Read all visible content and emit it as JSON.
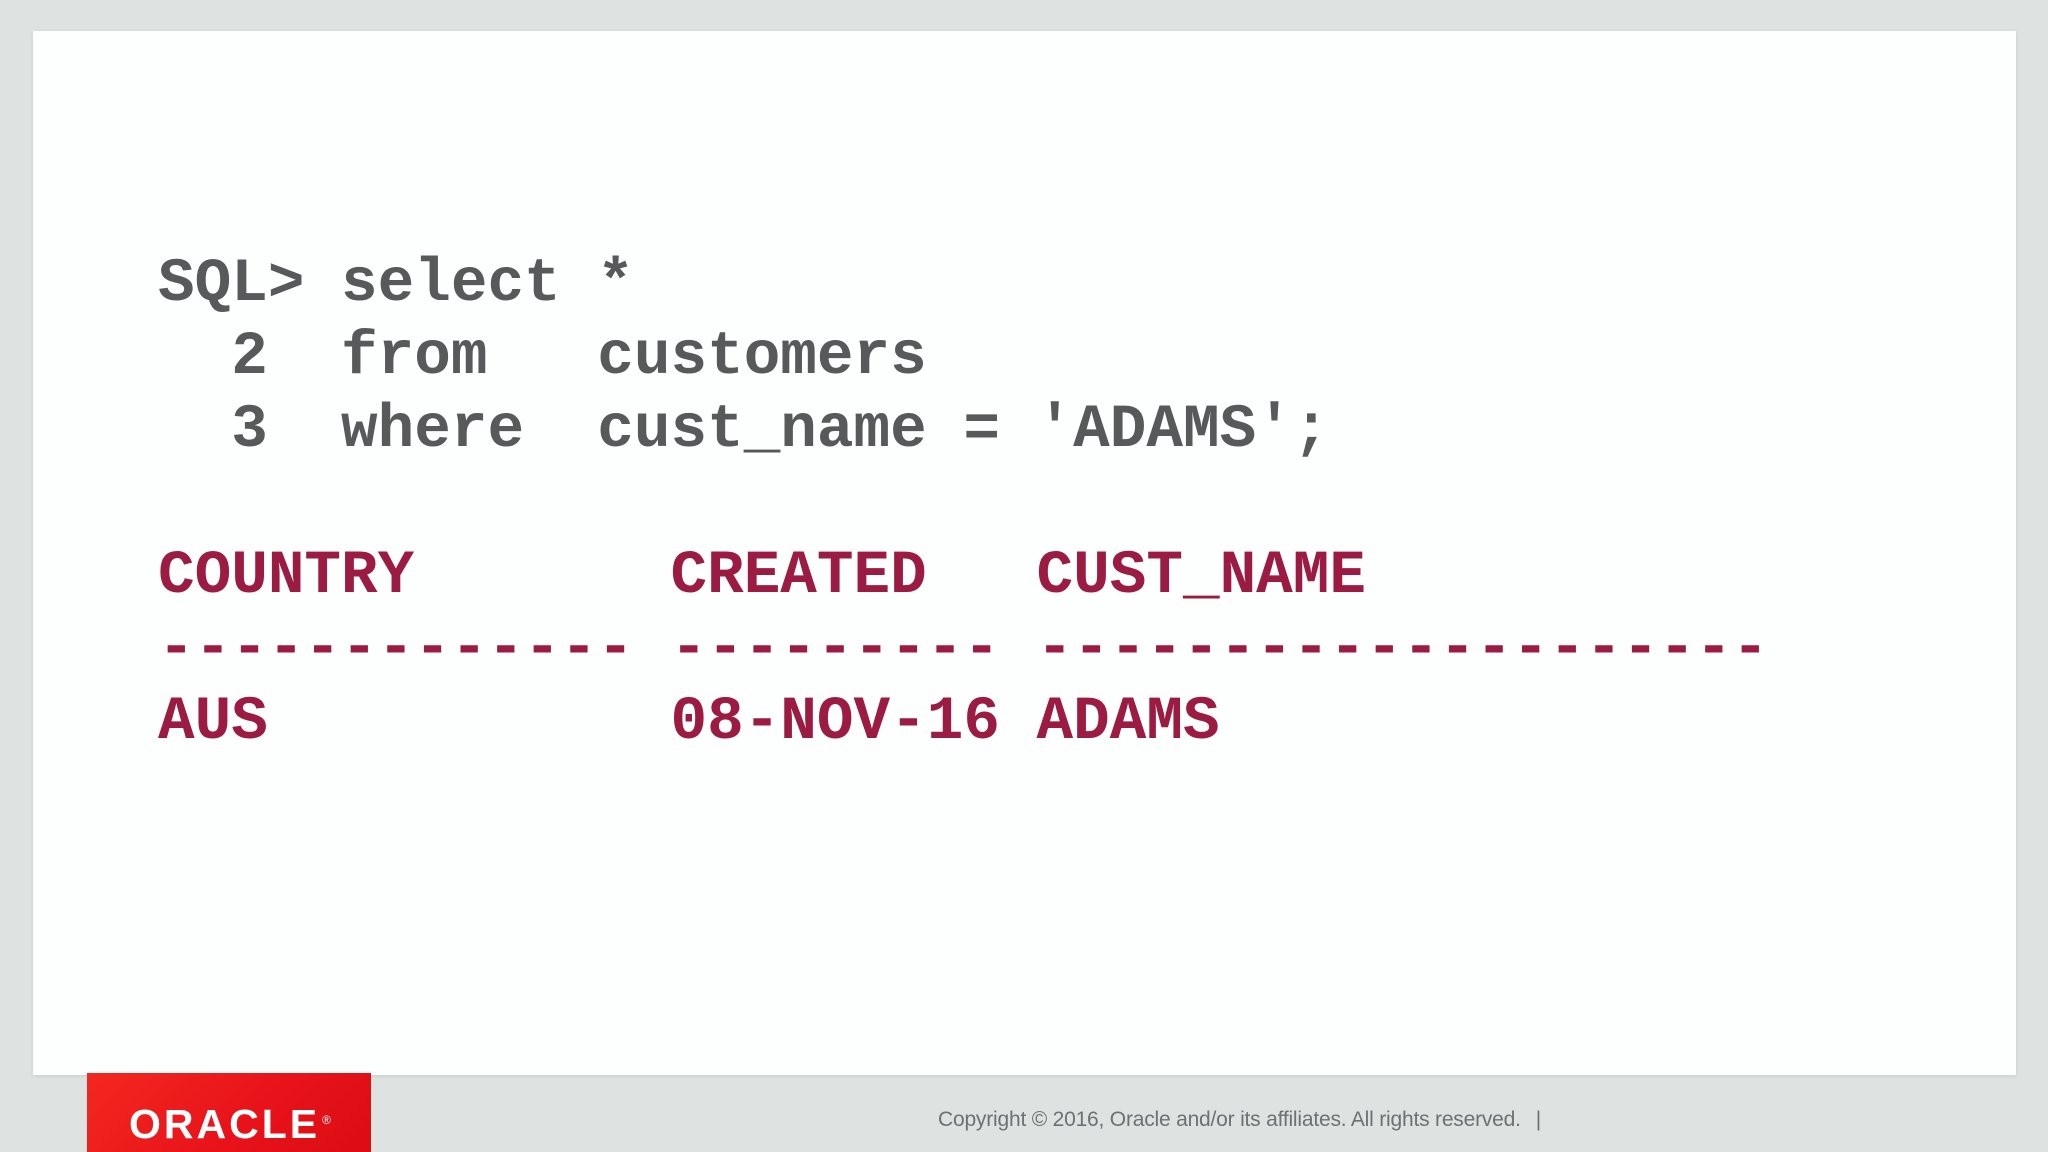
{
  "slide": {
    "terminal": {
      "sql_lines": [
        "SQL> select *",
        "  2  from   customers",
        "  3  where  cust_name = 'ADAMS';"
      ],
      "result_lines": [
        "COUNTRY       CREATED   CUST_NAME",
        "------------- --------- --------------------",
        "AUS           08-NOV-16 ADAMS"
      ],
      "result_table": {
        "columns": [
          "COUNTRY",
          "CREATED",
          "CUST_NAME"
        ],
        "rows": [
          [
            "AUS",
            "08-NOV-16",
            "ADAMS"
          ]
        ]
      }
    }
  },
  "footer": {
    "logo_text": "ORACLE",
    "registered_mark": "®",
    "copyright": "Copyright © 2016, Oracle and/or its affiliates. All rights reserved.",
    "divider": "|"
  },
  "colors": {
    "page_background": "#dee2e1",
    "slide_background": "#fdfffe",
    "sql_code_text": "#58595b",
    "result_text": "#9b1b42",
    "oracle_logo_red": "#e8121a",
    "copyright_text": "#6d7174"
  }
}
